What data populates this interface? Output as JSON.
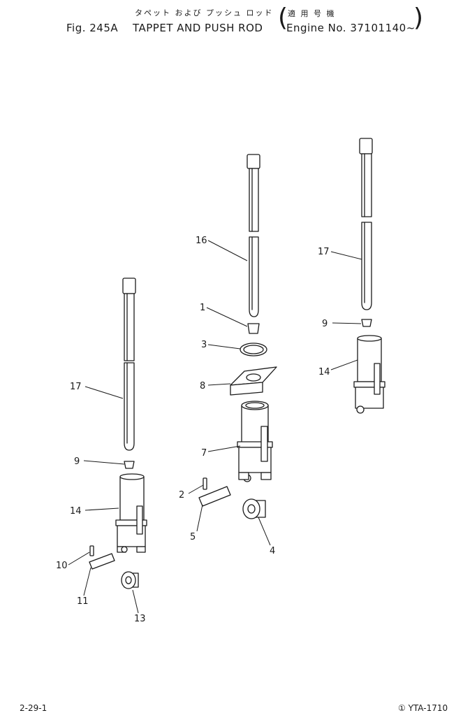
{
  "header": {
    "jp_title": "タペット および プッシュ ロッド",
    "fig_label": "Fig. 245A",
    "title": "TAPPET AND PUSH ROD",
    "jp_applicable": "適 用 号 機",
    "engine": "Engine No. 37101140~"
  },
  "callouts": {
    "c1": "1",
    "c2": "2",
    "c3": "3",
    "c4": "4",
    "c5": "5",
    "c7": "7",
    "c8": "8",
    "c9a": "9",
    "c9b": "9",
    "c10": "10",
    "c11": "11",
    "c13": "13",
    "c14a": "14",
    "c14b": "14",
    "c16": "16",
    "c17a": "17",
    "c17b": "17"
  },
  "footer": {
    "page": "2-29-1",
    "code": "① YTA-1710"
  },
  "colors": {
    "ink": "#1a1a1a",
    "paper": "#ffffff"
  }
}
